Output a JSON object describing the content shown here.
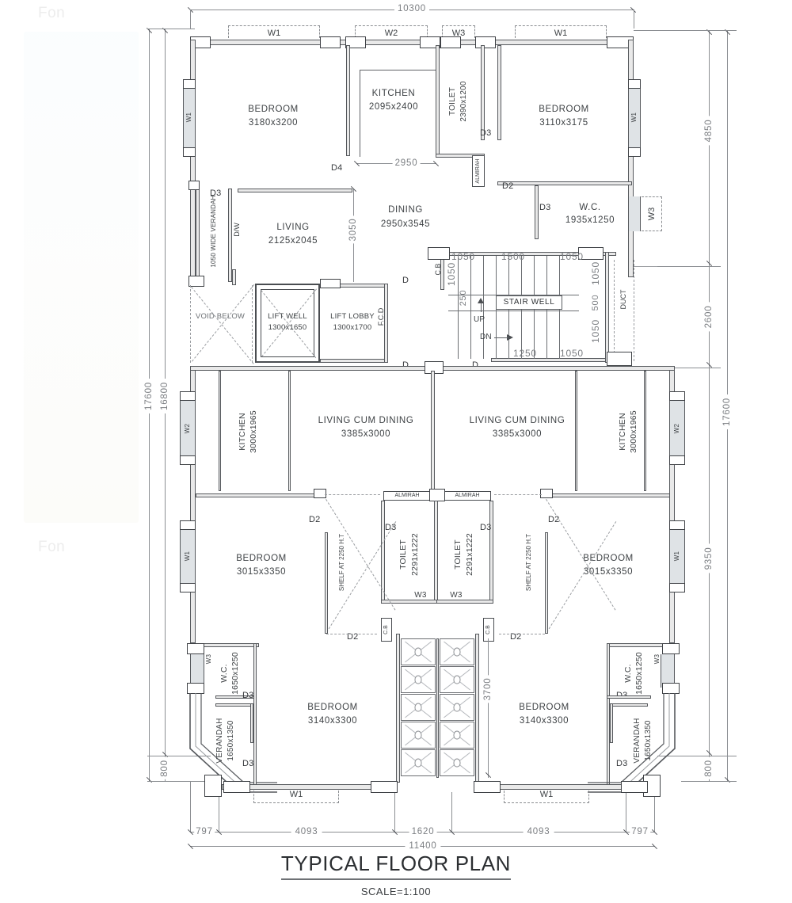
{
  "title": {
    "main": "TYPICAL FLOOR PLAN",
    "scale": "SCALE=1:100"
  },
  "watermark": {
    "text_top": "Fon",
    "text_bottom": "Fon"
  },
  "dimensions": {
    "top_overall": "10300",
    "bottom_overall": "11400",
    "bottom_segments": [
      "797",
      "4093",
      "1620",
      "4093",
      "797"
    ],
    "right_segments": [
      "4850",
      "2600",
      "9350",
      "800"
    ],
    "right_overall": "17600",
    "left_overall": "17600",
    "left_inner": "16800",
    "left_bottom": "800",
    "interior": {
      "kitchen_to_toilet": "2950",
      "dining_depth": "3050",
      "toilet_block_depth": "3700"
    },
    "stair": {
      "top_left": "1050",
      "top_mid": "1500",
      "top_right": "1050",
      "bottom_left": "1250",
      "bottom_right": "1050",
      "left_v1": "1050",
      "left_v2": "250",
      "right_v1": "1050",
      "right_v2": "500",
      "right_v3": "1050"
    }
  },
  "window_tags": {
    "top": [
      "W1",
      "W2",
      "W3",
      "W1"
    ],
    "bottom": [
      "W1",
      "W1"
    ],
    "left": [
      "W1",
      "W2",
      "W1",
      "W3"
    ],
    "right": [
      "W1",
      "W3",
      "W2",
      "W1",
      "W3"
    ],
    "toilet_windows": [
      "W3",
      "W3"
    ]
  },
  "rooms": [
    {
      "id": "bedroom-tl",
      "name": "BEDROOM",
      "size": "3180x3200"
    },
    {
      "id": "kitchen-top",
      "name": "KITCHEN",
      "size": "2095x2400"
    },
    {
      "id": "toilet-top",
      "name": "TOILET",
      "size": "2390x1200"
    },
    {
      "id": "bedroom-tr",
      "name": "BEDROOM",
      "size": "3110x3175"
    },
    {
      "id": "wc-top-right",
      "name": "W.C.",
      "size": "1935x1250"
    },
    {
      "id": "living-left",
      "name": "LIVING",
      "size": "2125x2045"
    },
    {
      "id": "dining",
      "name": "DINING",
      "size": "2950x3545"
    },
    {
      "id": "verandah-left",
      "name": "1050 WIDE VERANDAH",
      "size": ""
    },
    {
      "id": "void-below",
      "name": "VOID BELOW",
      "size": ""
    },
    {
      "id": "lift-well",
      "name": "LIFT WELL",
      "size": "1300x1650"
    },
    {
      "id": "lift-lobby",
      "name": "LIFT LOBBY",
      "size": "1300x1700"
    },
    {
      "id": "stair-well",
      "name": "STAIR WELL",
      "size": ""
    },
    {
      "id": "kitchen-ml",
      "name": "KITCHEN",
      "size": "3000x1965"
    },
    {
      "id": "lcd-left",
      "name": "LIVING CUM  DINING",
      "size": "3385x3000"
    },
    {
      "id": "lcd-right",
      "name": "LIVING CUM  DINING",
      "size": "3385x3000"
    },
    {
      "id": "kitchen-mr",
      "name": "KITCHEN",
      "size": "3000x1965"
    },
    {
      "id": "bedroom-ml",
      "name": "BEDROOM",
      "size": "3015x3350"
    },
    {
      "id": "toilet-cl",
      "name": "TOILET",
      "size": "2291x1222"
    },
    {
      "id": "toilet-cr",
      "name": "TOILET",
      "size": "2291x1222"
    },
    {
      "id": "bedroom-mr",
      "name": "BEDROOM",
      "size": "3015x3350"
    },
    {
      "id": "wc-bl",
      "name": "W.C.",
      "size": "1650x1250"
    },
    {
      "id": "bedroom-bl",
      "name": "BEDROOM",
      "size": "3140x3300"
    },
    {
      "id": "bedroom-br",
      "name": "BEDROOM",
      "size": "3140x3300"
    },
    {
      "id": "wc-br",
      "name": "W.C.",
      "size": "1650x1250"
    },
    {
      "id": "verandah-bl",
      "name": "VERANDAH",
      "size": "1650x1350"
    },
    {
      "id": "verandah-br",
      "name": "VERANDAH",
      "size": "1650x1350"
    }
  ],
  "annotations": {
    "dw": "D/W",
    "fcd": "F.C.D",
    "cb": "C.B",
    "almirah": "ALMIRAH",
    "shelf": "SHELF AT 2250 H.T",
    "up": "UP",
    "dn": "DN",
    "duct": "DUCT"
  },
  "door_tags": {
    "d1": "D",
    "d2": "D2",
    "d3": "D3",
    "d4": "D4"
  },
  "colors": {
    "line": "#4a4d51",
    "dim_line": "#8b8e92",
    "text": "#3e4245",
    "glass": "#dfe3e6",
    "paper": "#ffffff"
  }
}
